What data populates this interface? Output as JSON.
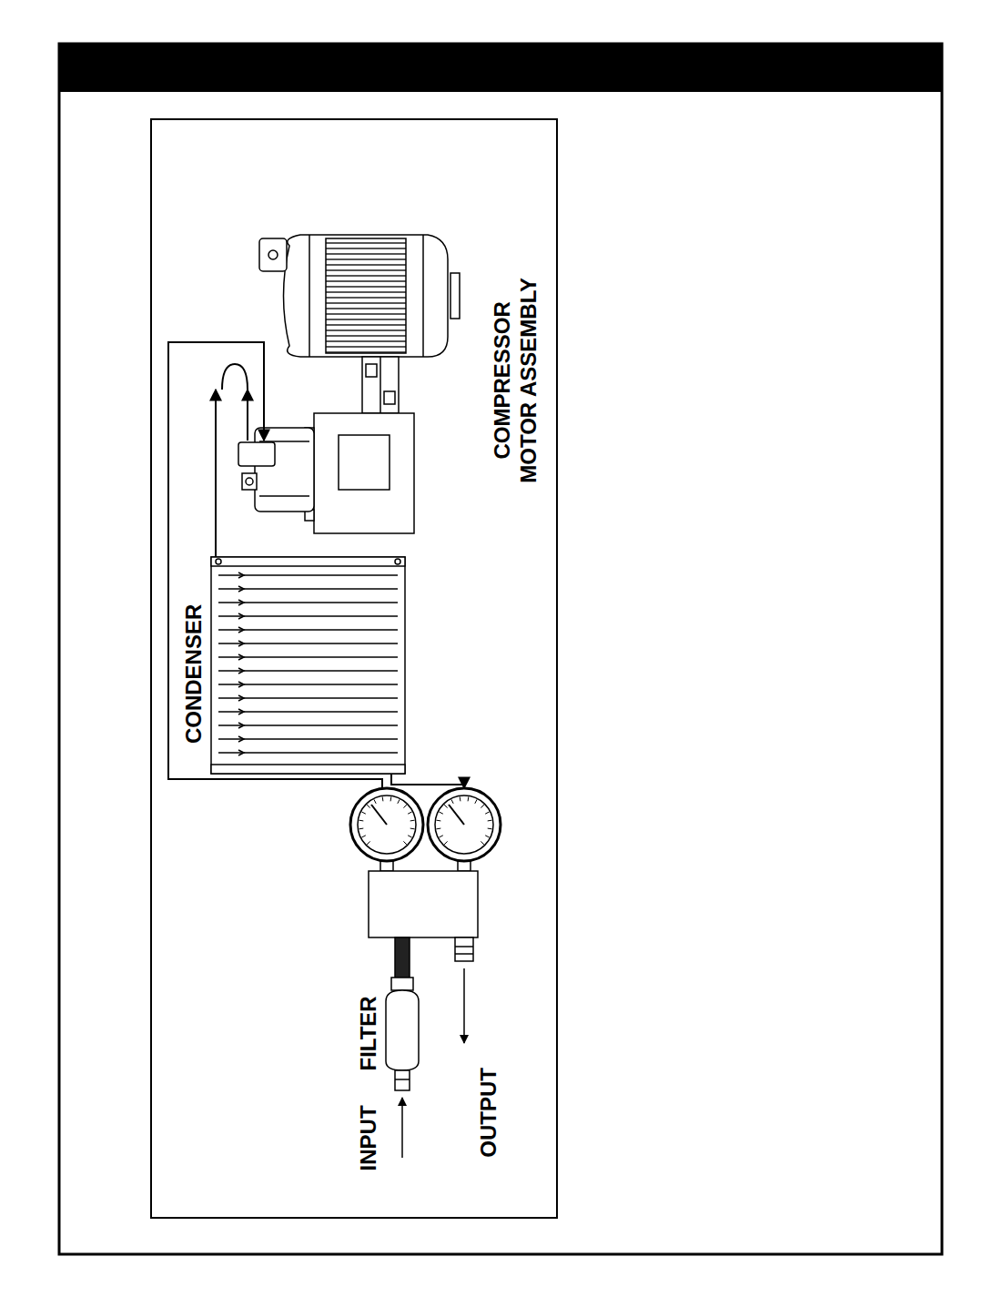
{
  "diagram": {
    "labels": [
      "INPUT",
      "FILTER",
      "OUTPUT",
      "CONDENSER",
      "COMPRESSOR MOTOR ASSEMBLY"
    ]
  }
}
